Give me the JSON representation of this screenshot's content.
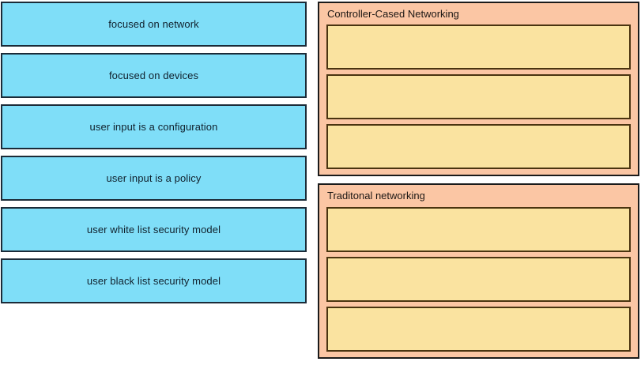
{
  "exercise": {
    "type": "drag-and-drop-matching",
    "source_items": [
      {
        "label": "focused on network"
      },
      {
        "label": "focused on devices"
      },
      {
        "label": "user input is a configuration"
      },
      {
        "label": "user input is a policy"
      },
      {
        "label": "user white list security model"
      },
      {
        "label": "user black list security model"
      }
    ],
    "target_panels": [
      {
        "title": "Controller-Cased Networking",
        "dropzones": [
          {
            "label": ""
          },
          {
            "label": ""
          },
          {
            "label": ""
          }
        ]
      },
      {
        "title": "Traditonal networking",
        "dropzones": [
          {
            "label": ""
          },
          {
            "label": ""
          },
          {
            "label": ""
          }
        ]
      }
    ]
  },
  "colors": {
    "source_tile_fill": "#7FDEF8",
    "source_tile_border": "#1b2b38",
    "panel_fill": "#FBC6A4",
    "panel_border": "#1b1b1b",
    "dropzone_fill": "#FAE3A0",
    "dropzone_border": "#4a3410",
    "text": "#10202c",
    "page_background": "#ffffff"
  }
}
